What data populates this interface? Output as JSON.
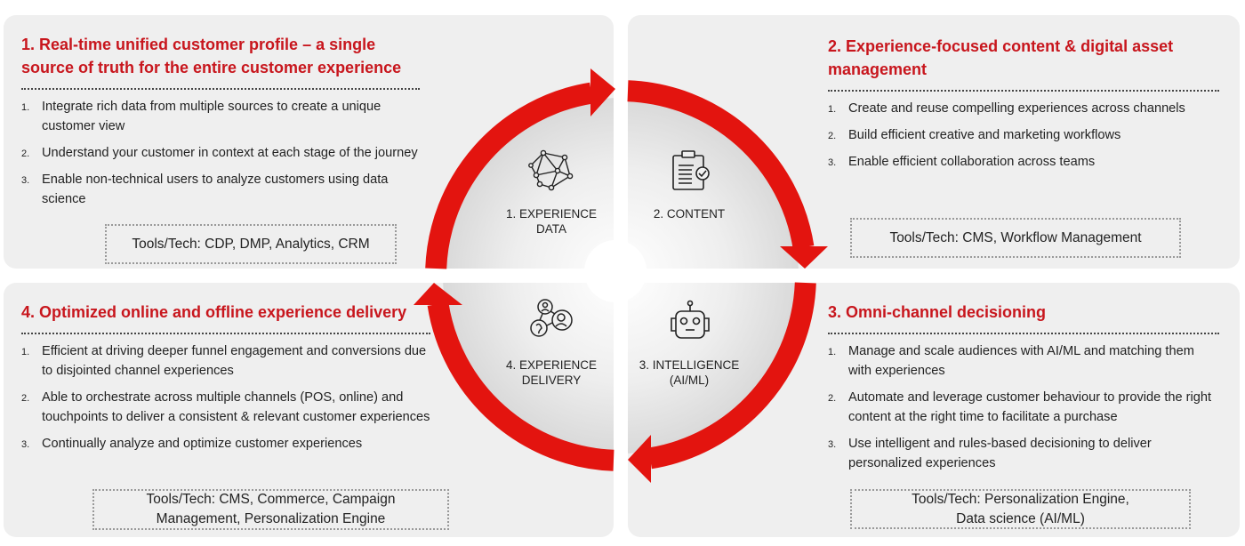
{
  "colors": {
    "accent": "#e3140f",
    "title": "#c8161d",
    "panel": "#efefef"
  },
  "panels": {
    "p1": {
      "title": "1. Real-time unified customer profile – a single source of truth for the entire customer experience",
      "items": [
        {
          "num": "1.",
          "text": "Integrate rich data from multiple sources to create a unique customer view"
        },
        {
          "num": "2.",
          "text": "Understand your customer in context at each stage of the journey"
        },
        {
          "num": "3.",
          "text": "Enable non-technical users to analyze customers using data science"
        }
      ],
      "tools": "Tools/Tech: CDP, DMP, Analytics, CRM"
    },
    "p2": {
      "title": "2. Experience-focused content & digital asset management",
      "items": [
        {
          "num": "1.",
          "text": "Create and reuse compelling experiences across channels"
        },
        {
          "num": "2.",
          "text": "Build efficient creative and marketing workflows"
        },
        {
          "num": "3.",
          "text": "Enable efficient collaboration across teams"
        }
      ],
      "tools": "Tools/Tech: CMS, Workflow Management"
    },
    "p3": {
      "title": "3. Omni-channel decisioning",
      "items": [
        {
          "num": "1.",
          "text": "Manage and scale audiences with AI/ML and matching them with experiences"
        },
        {
          "num": "2.",
          "text": "Automate and leverage customer behaviour to provide the right content at the right time to facilitate a purchase"
        },
        {
          "num": "3.",
          "text": "Use intelligent and rules-based decisioning to deliver personalized experiences"
        }
      ],
      "tools_line1": "Tools/Tech: Personalization Engine,",
      "tools_line2": "Data science (AI/ML)"
    },
    "p4": {
      "title": "4. Optimized online and offline experience delivery",
      "items": [
        {
          "num": "1.",
          "text": "Efficient at driving deeper funnel engagement and conversions due to disjointed channel experiences"
        },
        {
          "num": "2.",
          "text": "Able to orchestrate across multiple channels (POS, online) and touchpoints to deliver a consistent & relevant customer experiences"
        },
        {
          "num": "3.",
          "text": "Continually analyze and optimize customer experiences"
        }
      ],
      "tools_line1": "Tools/Tech: CMS, Commerce, Campaign",
      "tools_line2": "Management, Personalization Engine"
    }
  },
  "cycle": {
    "q1": {
      "line1": "1. EXPERIENCE",
      "line2": "DATA",
      "icon": "network-icon"
    },
    "q2": {
      "line1": "2. CONTENT",
      "icon": "clipboard-check-icon"
    },
    "q3": {
      "line1": "3. INTELLIGENCE",
      "line2": "(AI/ML)",
      "icon": "robot-icon"
    },
    "q4": {
      "line1": "4. EXPERIENCE",
      "line2": "DELIVERY",
      "icon": "people-network-icon"
    }
  }
}
